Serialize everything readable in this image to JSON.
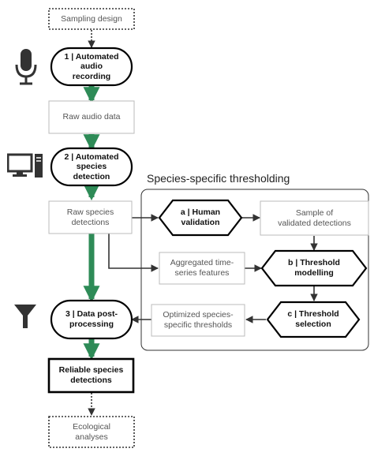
{
  "group": {
    "title": "Species-specific thresholding"
  },
  "nodes": {
    "sampling_design": "Sampling design",
    "step1": "1 | Automated\naudio\nrecording",
    "raw_audio": "Raw audio data",
    "step2": "2 | Automated\nspecies\ndetection",
    "raw_detections": "Raw species\ndetections",
    "step_a": "a | Human\nvalidation",
    "sample_validated": "Sample of\nvalidated detections",
    "aggregated": "Aggregated time-\nseries features",
    "step_b": "b | Threshold\nmodelling",
    "optimized": "Optimized species-\nspecific thresholds",
    "step_c": "c | Threshold\nselection",
    "step3": "3 | Data post-\nprocessing",
    "reliable": "Reliable species\ndetections",
    "ecological": "Ecological\nanalyses"
  },
  "icons": [
    "microphone-icon",
    "computer-icon",
    "filter-icon"
  ],
  "colors": {
    "flow_arrow": "#2e8b57",
    "line": "#333333",
    "node_border": "#000000",
    "box_border": "#bbbbbb"
  }
}
